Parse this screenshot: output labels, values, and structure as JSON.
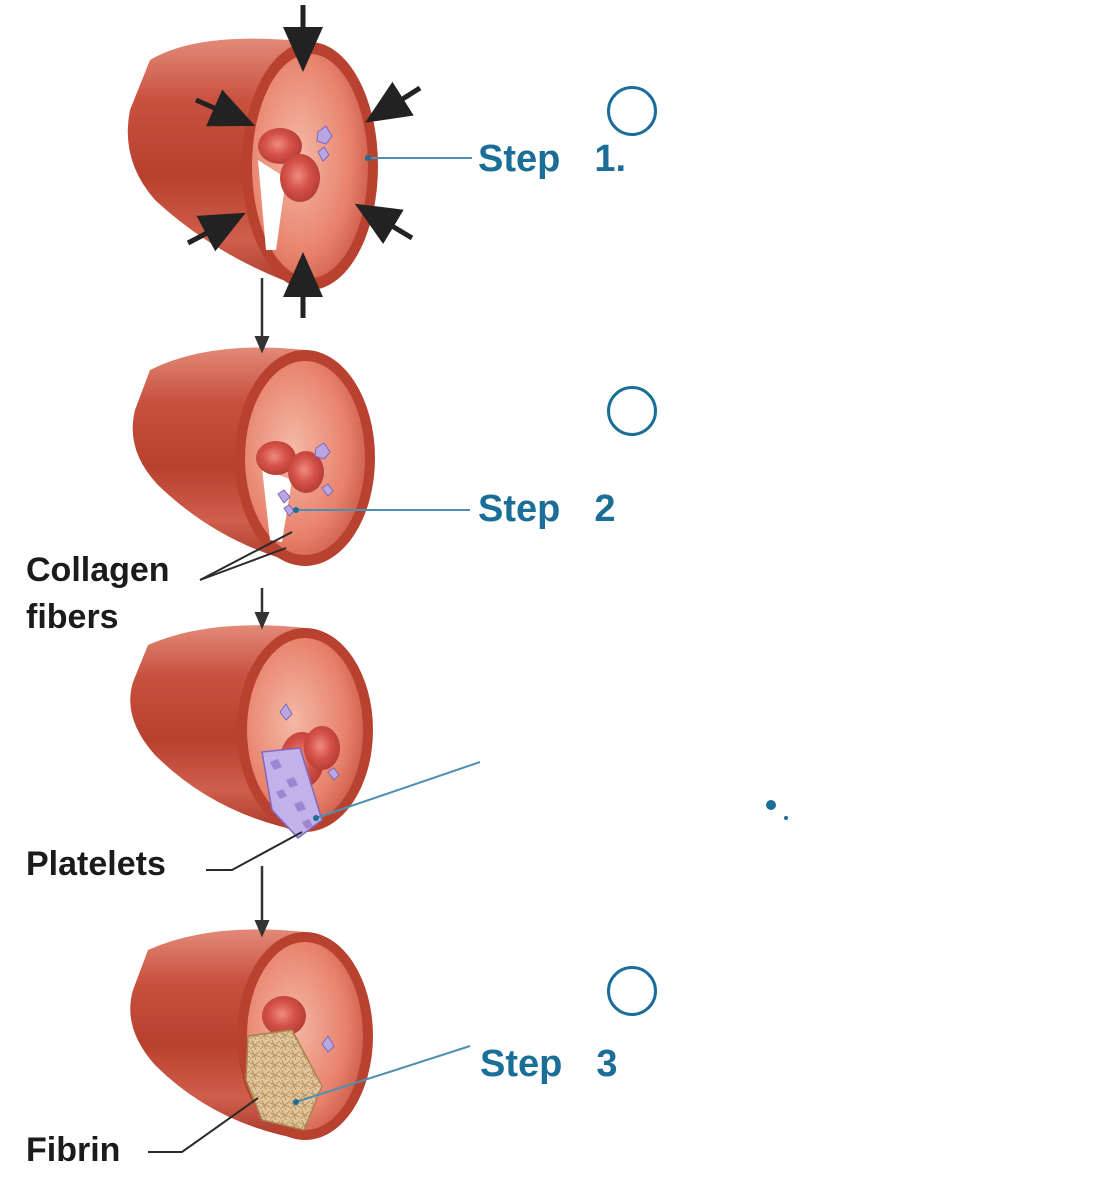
{
  "steps": [
    {
      "word": "Step",
      "number": "1."
    },
    {
      "word": "Step",
      "number": "2"
    },
    {
      "word": "Step",
      "number": "3"
    }
  ],
  "labels": {
    "collagen_line1": "Collagen",
    "collagen_line2": "fibers",
    "platelets": "Platelets",
    "fibrin": "Fibrin"
  },
  "colors": {
    "step_text": "#1a6e98",
    "label_text": "#1b1b1b",
    "vessel_outer": "#c44a3c",
    "vessel_inner": "#e27a66",
    "red_cell": "#cf4a42",
    "platelet": "#b9a7e2",
    "fibrin": "#d8b98a",
    "leader_line": "#4f8fb0"
  },
  "icons": [
    "arrow-icon",
    "empty-circle-icon",
    "dot-icon"
  ]
}
